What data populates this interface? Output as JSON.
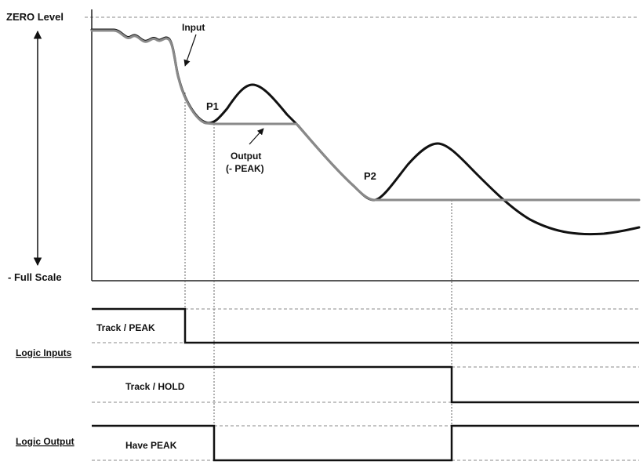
{
  "labels": {
    "zero_level": "ZERO Level",
    "full_scale": "- Full Scale",
    "input": "Input",
    "p1": "P1",
    "p2": "P2",
    "output_line1": "Output",
    "output_line2": "(- PEAK)",
    "logic_inputs": "Logic Inputs",
    "logic_output": "Logic Output",
    "track_peak": "Track / PEAK",
    "track_hold": "Track / HOLD",
    "have_peak": "Have PEAK"
  },
  "colors": {
    "input_signal": "#111111",
    "output_signal": "#8a8a8a"
  }
}
